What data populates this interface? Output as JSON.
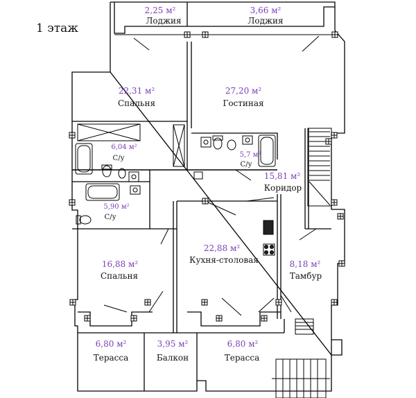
{
  "floor_title": "1 этаж",
  "rooms": [
    {
      "id": "loggia-1",
      "area": "2,25 м²",
      "name": "Лоджия"
    },
    {
      "id": "loggia-2",
      "area": "3,66 м²",
      "name": "Лоджия"
    },
    {
      "id": "bedroom-1",
      "area": "22,31 м²",
      "name": "Спальня"
    },
    {
      "id": "living",
      "area": "27,20 м²",
      "name": "Гостиная"
    },
    {
      "id": "bath-1",
      "area": "6,04 м²",
      "name": "С/у"
    },
    {
      "id": "bath-2",
      "area": "5,7 м²",
      "name": "С/у"
    },
    {
      "id": "bath-3",
      "area": "5,90 м²",
      "name": "С/у"
    },
    {
      "id": "corridor",
      "area": "15,81 м²",
      "name": "Коридор"
    },
    {
      "id": "kitchen",
      "area": "22,88 м²",
      "name": "Кухня-столовая"
    },
    {
      "id": "bedroom-2",
      "area": "16,88 м²",
      "name": "Спальня"
    },
    {
      "id": "vestibule",
      "area": "8,18 м²",
      "name": "Тамбур"
    },
    {
      "id": "terrace-1",
      "area": "6,80 м²",
      "name": "Терасса"
    },
    {
      "id": "balcony",
      "area": "3,95 м²",
      "name": "Балкон"
    },
    {
      "id": "terrace-2",
      "area": "6,80 м²",
      "name": "Терасса"
    }
  ],
  "colors": {
    "area_text": "#7b3fb8",
    "wall": "#000000",
    "fill": "#ffffff"
  }
}
